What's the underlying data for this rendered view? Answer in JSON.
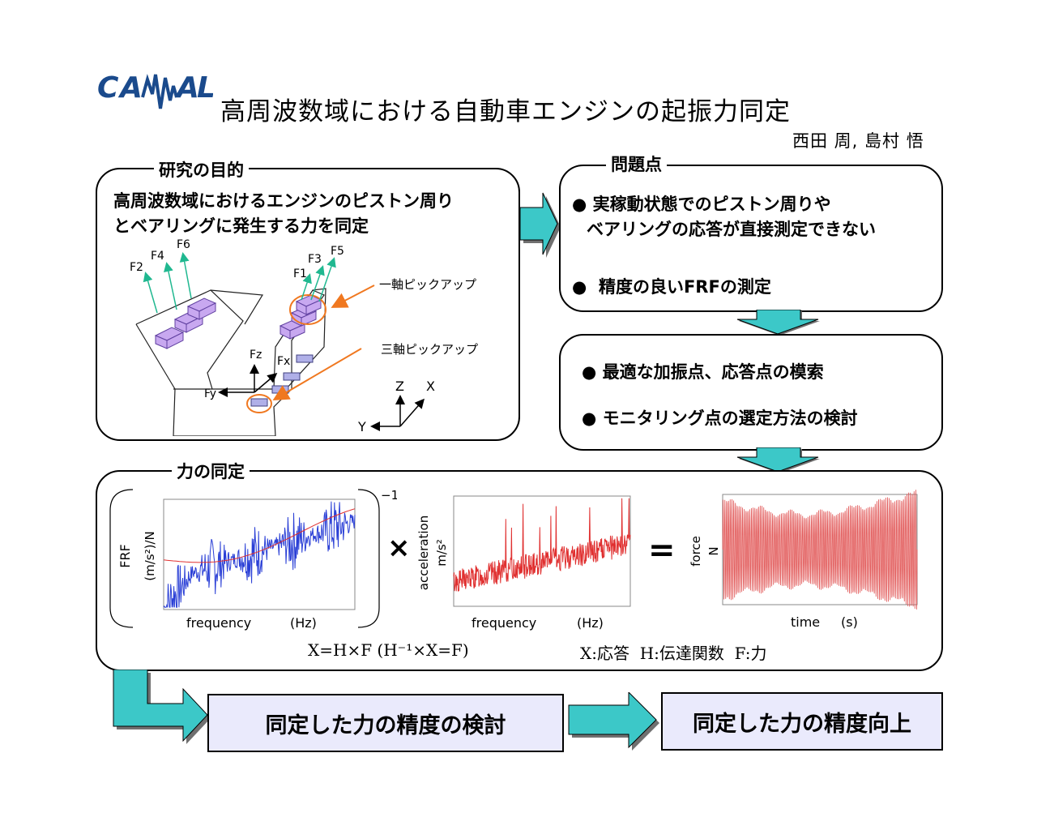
{
  "header": {
    "logo_text": "CAMAL",
    "title": "高周波数域における自動車エンジンの起振力同定",
    "authors": "西田 周, 島村 悟"
  },
  "purpose": {
    "label": "研究の目的",
    "line1": "高周波数域におけるエンジンのピストン周り",
    "line2": "とベアリングに発生する力を同定",
    "diagram": {
      "force_labels_left": [
        "F2",
        "F4",
        "F6"
      ],
      "force_labels_right": [
        "F1",
        "F3",
        "F5"
      ],
      "fz": "Fz",
      "fx": "Fx",
      "fy": "Fy",
      "uniaxial": "一軸ピックアップ",
      "triaxial": "三軸ピックアップ",
      "axis_z": "Z",
      "axis_x": "X",
      "axis_y": "Y"
    }
  },
  "problem": {
    "label": "問題点",
    "bullet1_line1": "実稼動状態でのピストン周りや",
    "bullet1_line2": "ベアリングの応答が直接測定できない",
    "bullet2": "精度の良いFRFの測定"
  },
  "solution": {
    "bullet1": "最適な加振点、応答点の模索",
    "bullet2": "モニタリング点の選定方法の検討"
  },
  "force_id": {
    "label": "力の同定",
    "inverse_exponent": "−1",
    "times_symbol": "×",
    "equals_symbol": "=",
    "frf_ylabel1": "FRF",
    "frf_ylabel2": "(m/s²)/N",
    "frf_xlabel": "frequency",
    "frf_xunit": "(Hz)",
    "acc_ylabel1": "acceleration",
    "acc_ylabel2": "m/s²",
    "acc_xlabel": "frequency",
    "acc_xunit": "(Hz)",
    "force_ylabel1": "force",
    "force_ylabel2": "N",
    "force_xlabel": "time",
    "force_xunit": "(s)",
    "equation": "X=H×F (H⁻¹×X=F)",
    "legend": "X:応答  H:伝達関数  F:力"
  },
  "outcomes": {
    "box1": "同定した力の精度の検討",
    "box2": "同定した力の精度向上"
  },
  "colors": {
    "arrow_fill": "#3cc8c8",
    "result_bg": "#eaeafc",
    "frf_line": "#2a3fd6",
    "frf_fit": "#e03030",
    "acc_line": "#e03030",
    "force_line": "#e05050",
    "pickup_circle": "#f07820",
    "block_fill": "#c8a8f0",
    "force_arrow": "#20b890",
    "logo_blue": "#1a4a8c"
  }
}
